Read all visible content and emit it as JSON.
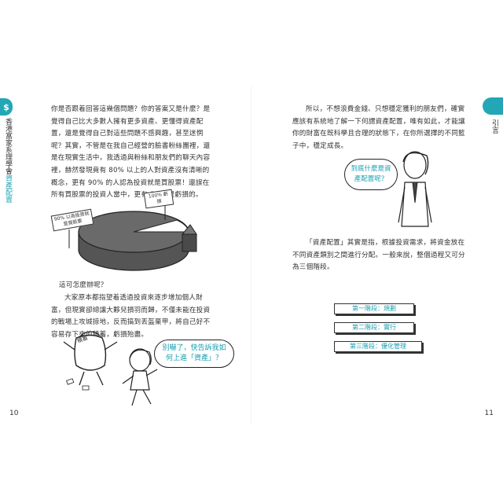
{
  "left_page": {
    "tab_symbol": "$",
    "vertical_title_main": "香港富家系理學會",
    "vertical_title_sub": "資產配置",
    "paragraph1": "你是否跟着回答這幾個問題？你的答案又是什麼？是覺得自己比大多數人擁有更多資產、更懂得資產配置，還是覺得自己對這些問題不感興趣，甚至迷惘呢？其實，不管是在我自己經營的臉書粉絲團裡，還是在現實生活中，我透過與粉絲和朋友們的聊天內容裡，赫然發現竟有 80% 以上的人對資產沒有清晰的概念，更有 90% 的人認為投資就是買股票！還誤在所有買股票的投資人當中，更有 99% 是虧損的。",
    "pie_label_small": "100% 虧損",
    "pie_label_large": "90% 以為投資就是買股票",
    "paragraph2_lead": "這可怎麼辦呢？",
    "paragraph2": "大家原本都指望着透過投資來逐步增加個人財富，但現實卻總讓大夥兒損羽而歸，不僅未能在投資的戰場上攻城掠地，反而搞到丟盔棄甲，將自己好不容易存下來的積蓄，虧損殆盡。",
    "bag_label": "積蓄",
    "speech_bubble": "別嚇了，快告訴我如何上進「資產」？",
    "page_number": "10"
  },
  "right_page": {
    "tab_label": "引言",
    "paragraph1": "所以，不想浪費金錢、只想穩定獲利的朋友們，確實應該有系統地了解一下何謂資產配置，唯有如此，才能讓你的財富在既科學且合理的狀態下，在你所選擇的不同籃子中，穩定成長。",
    "speech_bubble": "到底什麼是資產配置呢？",
    "paragraph2": "「資產配置」其實是指，根據投資需求，將資金放在不同資產類別之間進行分配。一般來說，整個過程又可分為三個階段。",
    "stages": [
      "第一階段：規劃",
      "第二階段：實行",
      "第三階段：優化管理"
    ],
    "page_number": "11"
  }
}
